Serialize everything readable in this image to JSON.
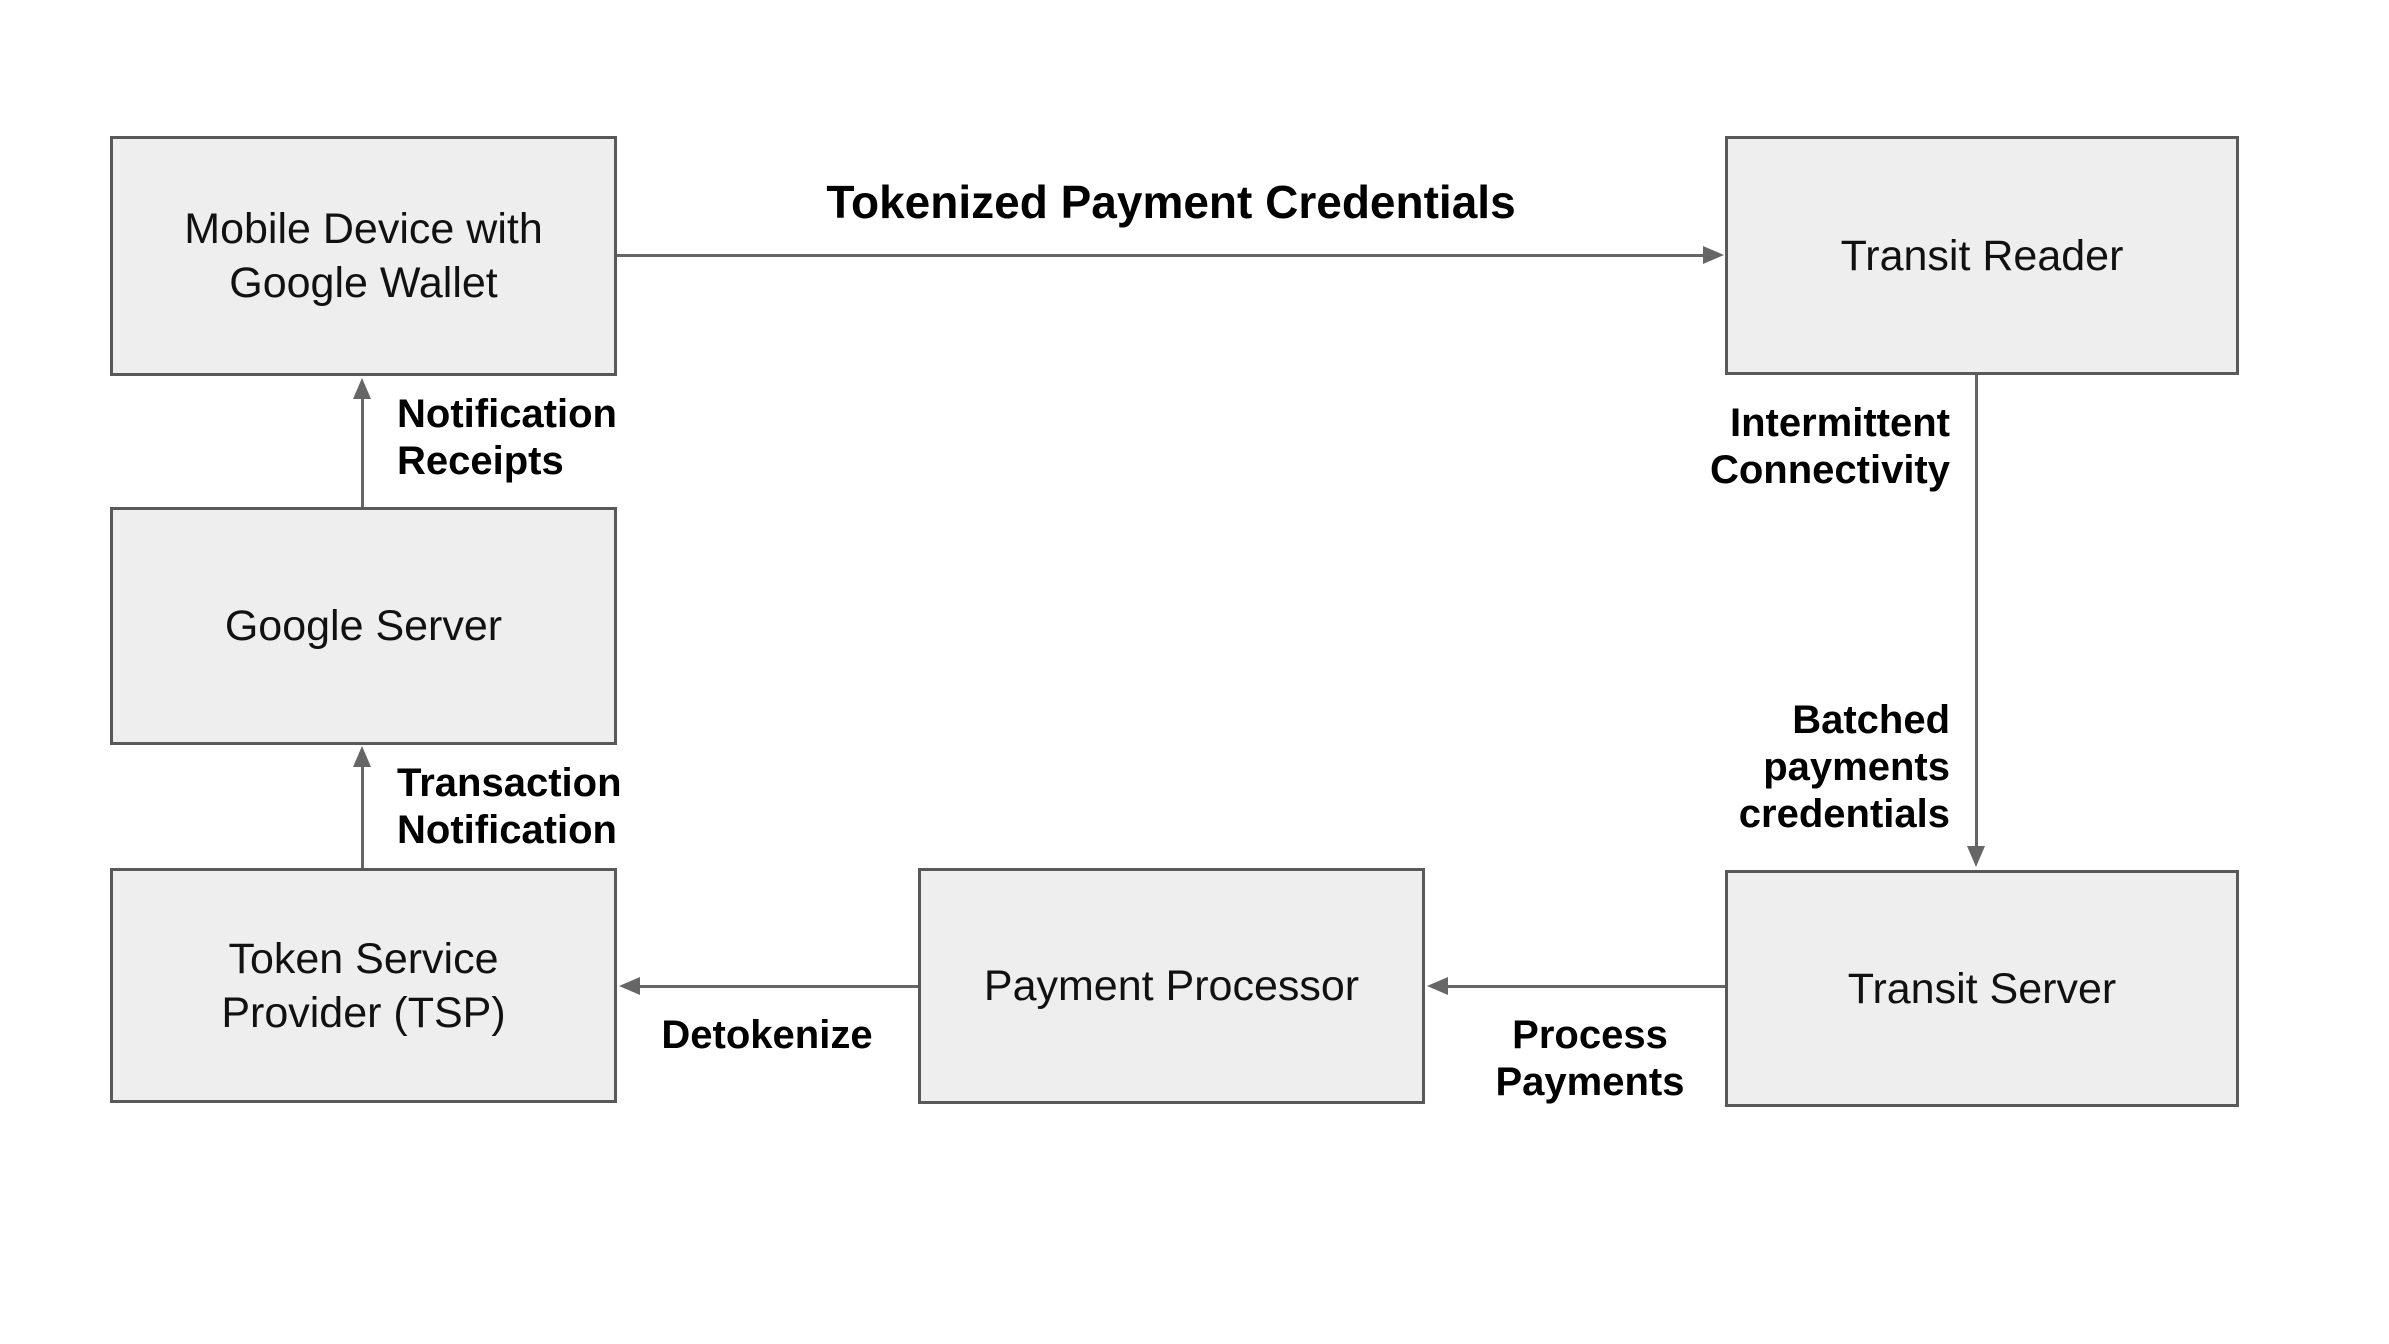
{
  "canvas": {
    "background": "#ffffff"
  },
  "colors": {
    "node_fill": "#eeeeee",
    "node_border": "#595959",
    "arrow": "#666666",
    "label_text": "#000000",
    "node_text": "#111111"
  },
  "nodes": [
    {
      "id": "mobile-device",
      "label": "Mobile Device with\nGoogle Wallet"
    },
    {
      "id": "transit-reader",
      "label": "Transit Reader"
    },
    {
      "id": "google-server",
      "label": "Google Server"
    },
    {
      "id": "token-service-provider",
      "label": "Token Service\nProvider (TSP)"
    },
    {
      "id": "payment-processor",
      "label": "Payment Processor"
    },
    {
      "id": "transit-server",
      "label": "Transit Server"
    }
  ],
  "edges": [
    {
      "from": "mobile-device",
      "to": "transit-reader",
      "direction": "right",
      "labels": [
        "Tokenized Payment Credentials"
      ]
    },
    {
      "from": "transit-reader",
      "to": "transit-server",
      "direction": "down",
      "labels": [
        "Intermittent\nConnectivity",
        "Batched\npayments\ncredentials"
      ]
    },
    {
      "from": "transit-server",
      "to": "payment-processor",
      "direction": "left",
      "labels": [
        "Process\nPayments"
      ]
    },
    {
      "from": "payment-processor",
      "to": "token-service-provider",
      "direction": "left",
      "labels": [
        "Detokenize"
      ]
    },
    {
      "from": "token-service-provider",
      "to": "google-server",
      "direction": "up",
      "labels": [
        "Transaction\nNotification"
      ]
    },
    {
      "from": "google-server",
      "to": "mobile-device",
      "direction": "up",
      "labels": [
        "Notification\nReceipts"
      ]
    }
  ]
}
